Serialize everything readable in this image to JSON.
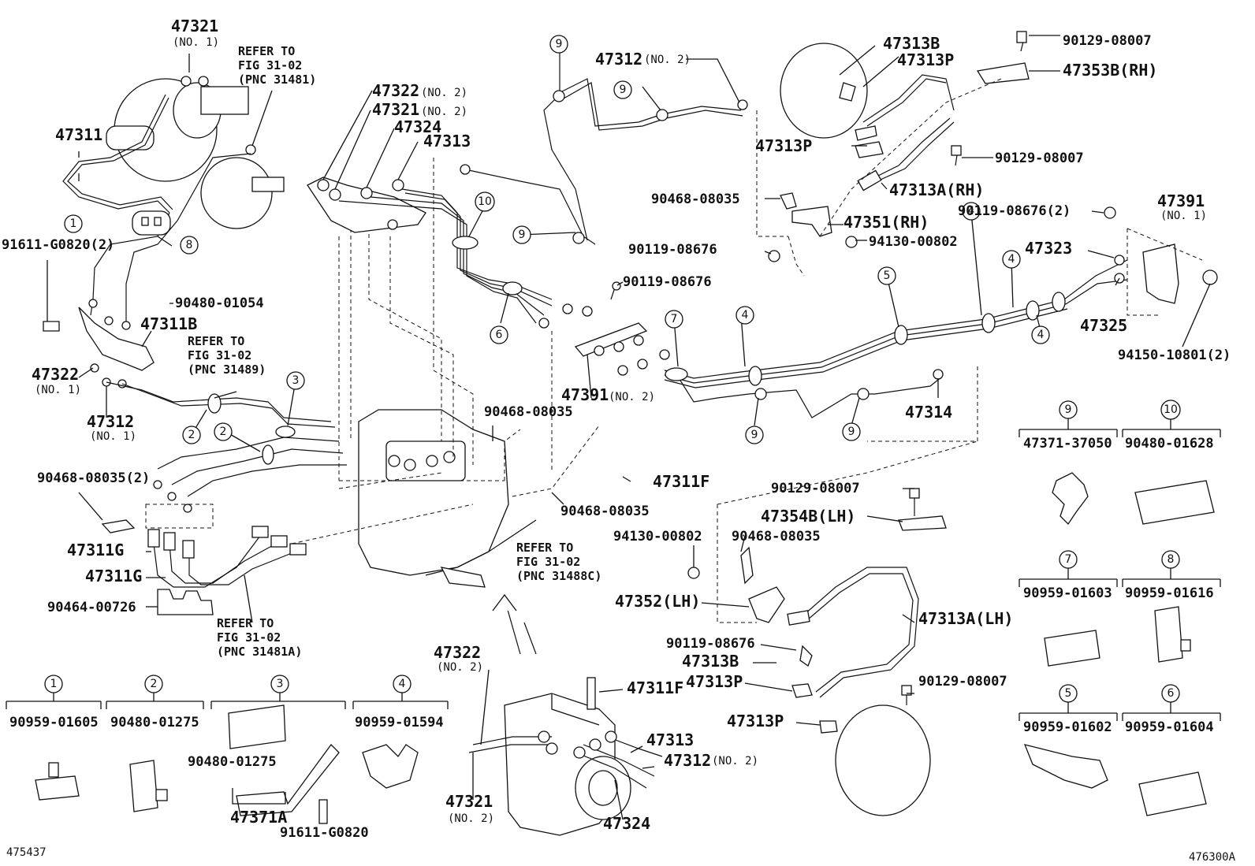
{
  "labels": {
    "l47321_no1": "47321",
    "l47321_no1_sub": "(NO. 1)",
    "l47311": "47311",
    "l91611_g0820_2": "91611-G0820(2)",
    "l90480_01054": "90480-01054",
    "l47311b": "47311B",
    "l47322_no1": "47322",
    "l47322_no1_sub": "(NO. 1)",
    "l47312_no1": "47312",
    "l47312_no1_sub": "(NO. 1)",
    "l90468_08035_2": "90468-08035(2)",
    "l47311g_a": "47311G",
    "l47311g_b": "47311G",
    "l90464_00726": "90464-00726",
    "l47322_no2": "47322",
    "l47322_no2_sub": "(NO. 2)",
    "l47321_no2": "47321",
    "l47321_no2_sub": "(NO. 2)",
    "l47324": "47324",
    "l47313": "47313",
    "l47312_no2_top": "47312",
    "l47312_no2_top_sub": "(NO. 2)",
    "l90119_08676_mid": "90119-08676",
    "l47391_no2": "47391",
    "l47391_no2_sub": "(NO. 2)",
    "l90468_08035_mid": "90468-08035",
    "l47311f_mid": "47311F",
    "l90468_08035_mid2": "90468-08035",
    "l47313b_top": "47313B",
    "l47313p_top": "47313P",
    "l47313p_top2": "47313P",
    "l90129_08007_a": "90129-08007",
    "l47353b_rh": "47353B(RH)",
    "l90129_08007_b": "90129-08007",
    "l47313a_rh": "47313A(RH)",
    "l90468_08035_rh": "90468-08035",
    "l47351_rh": "47351(RH)",
    "l90119_08676_rh": "90119-08676",
    "l94130_00802_rh": "94130-00802",
    "l90119_08676_2": "90119-08676(2)",
    "l47391_no1": "47391",
    "l47391_no1_sub": "(NO. 1)",
    "l47323": "47323",
    "l47325": "47325",
    "l94150_10801_2": "94150-10801(2)",
    "l47314": "47314",
    "l90129_08007_lh": "90129-08007",
    "l47354b_lh": "47354B(LH)",
    "l94130_00802_lh": "94130-00802",
    "l90468_08035_lh": "90468-08035",
    "l47352_lh": "47352(LH)",
    "l47313a_lh": "47313A(LH)",
    "l90119_08676_lh": "90119-08676",
    "l47313b_lh": "47313B",
    "l47313p_lh": "47313P",
    "l90129_08007_lh2": "90129-08007",
    "l47313p_lh2": "47313P",
    "l47322_bot": "47322",
    "l47322_bot_sub": "(NO. 2)",
    "l47311f_bot": "47311F",
    "l47313_bot": "47313",
    "l47312_bot": "47312",
    "l47312_bot_sub": "(NO. 2)",
    "l47321_bot": "47321",
    "l47321_bot_sub": "(NO. 2)",
    "l47324_bot": "47324",
    "l90480_01275_b": "90480-01275",
    "l47371a": "47371A",
    "l91611_g0820": "91611-G0820"
  },
  "refer_notes": {
    "r1": [
      "REFER TO",
      "FIG 31-02",
      "(PNC 31481)"
    ],
    "r2": [
      "REFER TO",
      "FIG 31-02",
      "(PNC 31489)"
    ],
    "r3": [
      "REFER TO",
      "FIG 31-02",
      "(PNC 31488C)"
    ],
    "r4": [
      "REFER TO",
      "FIG 31-02",
      "(PNC 31481A)"
    ]
  },
  "callout_numbers": [
    "1",
    "2",
    "3",
    "4",
    "5",
    "6",
    "7",
    "8",
    "9",
    "10"
  ],
  "legend_boxes": [
    {
      "num": "1",
      "part": "90959-01605"
    },
    {
      "num": "2",
      "part": "90480-01275"
    },
    {
      "num": "3",
      "part": "90480-01275"
    },
    {
      "num": "4",
      "part": "90959-01594"
    },
    {
      "num": "9",
      "part": "47371-37050"
    },
    {
      "num": "10",
      "part": "90480-01628"
    },
    {
      "num": "7",
      "part": "90959-01603"
    },
    {
      "num": "8",
      "part": "90959-01616"
    },
    {
      "num": "5",
      "part": "90959-01602"
    },
    {
      "num": "6",
      "part": "90959-01604"
    }
  ],
  "footer": {
    "left_id": "475437",
    "right_id": "476300A"
  }
}
